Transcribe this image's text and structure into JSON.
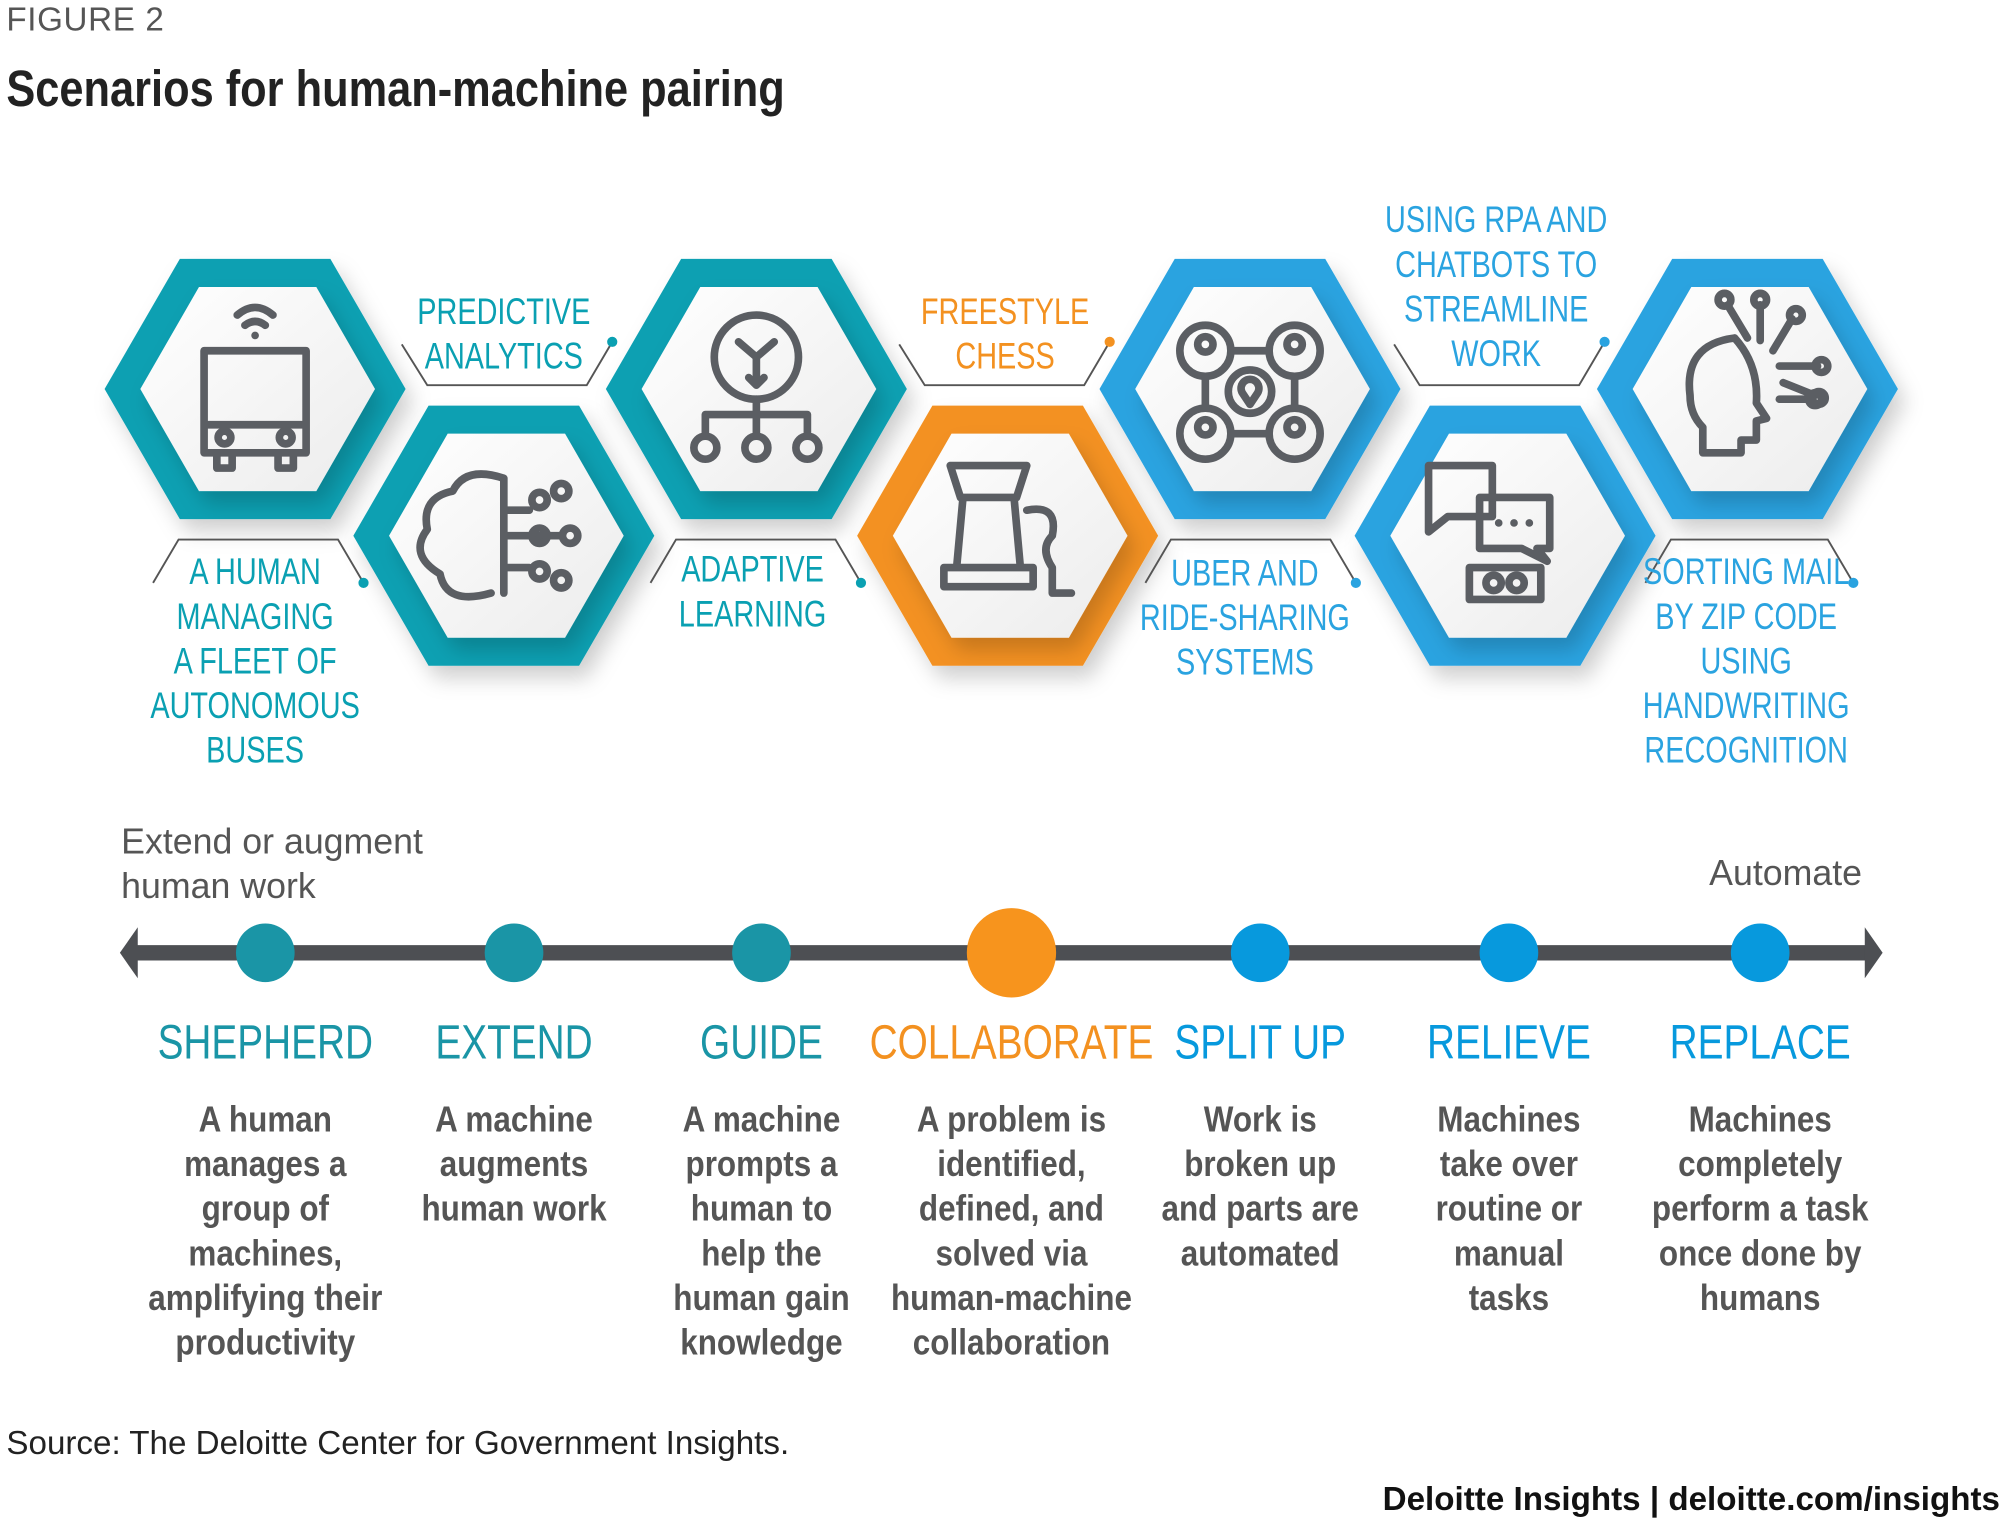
{
  "figure_label": "FIGURE 2",
  "title": "Scenarios for human-machine pairing",
  "colors": {
    "teal": "#0AA0B2",
    "orange": "#F39120",
    "blue": "#2AA3E0",
    "icon": "#5B5E63",
    "line": "#4D4F53"
  },
  "examples": [
    {
      "text": "A HUMAN\nMANAGING\nA FLEET OF\nAUTONOMOUS\nBUSES",
      "icon": "autonomous-bus-icon"
    },
    {
      "text": "PREDICTIVE\nANALYTICS",
      "icon": "brain-circuit-icon"
    },
    {
      "text": "ADAPTIVE\nLEARNING",
      "icon": "branching-network-icon"
    },
    {
      "text": "FREESTYLE\nCHESS",
      "icon": "chess-pieces-icon"
    },
    {
      "text": "UBER AND\nRIDE-SHARING\nSYSTEMS",
      "icon": "people-location-network-icon"
    },
    {
      "text": "USING RPA AND\nCHATBOTS TO\nSTREAMLINE\nWORK",
      "icon": "chatbot-icon"
    },
    {
      "text": "SORTING MAIL\nBY ZIP CODE\nUSING\nHANDWRITING\nRECOGNITION",
      "icon": "ai-head-icon"
    }
  ],
  "axis": {
    "left_label": "Extend or augment\nhuman work",
    "right_label": "Automate"
  },
  "steps": [
    {
      "name": "SHEPHERD",
      "desc": "A human\nmanages a\ngroup of\nmachines,\namplifying their\nproductivity"
    },
    {
      "name": "EXTEND",
      "desc": "A machine\naugments\nhuman work"
    },
    {
      "name": "GUIDE",
      "desc": "A machine\nprompts a\nhuman to\nhelp the\nhuman gain\nknowledge"
    },
    {
      "name": "COLLABORATE",
      "desc": "A problem is\nidentified,\ndefined, and\nsolved via\nhuman-machine\ncollaboration"
    },
    {
      "name": "SPLIT UP",
      "desc": "Work is\nbroken up\nand parts are\nautomated"
    },
    {
      "name": "RELIEVE",
      "desc": "Machines\ntake over\nroutine or\nmanual\ntasks"
    },
    {
      "name": "REPLACE",
      "desc": "Machines\ncompletely\nperform a task\nonce done by\nhumans"
    }
  ],
  "source": "Source: The Deloitte Center for Government Insights.",
  "credit": "Deloitte Insights | deloitte.com/insights"
}
